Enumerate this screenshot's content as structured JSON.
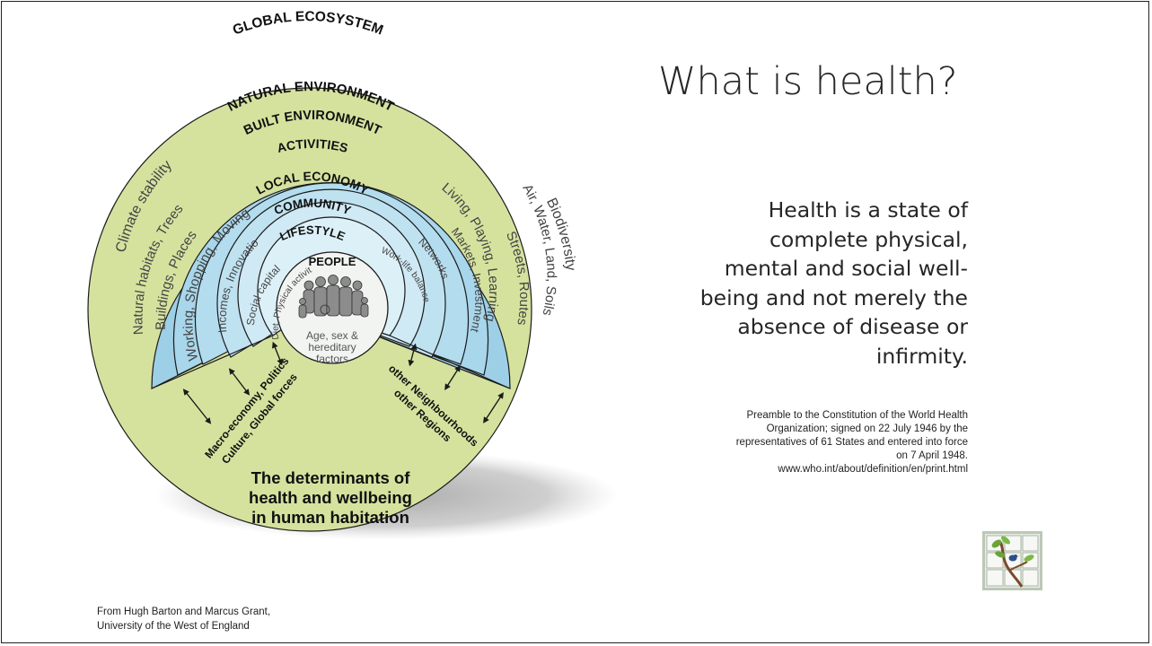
{
  "slide": {
    "title": "What is health?",
    "quote_lines": [
      "Health is a state of",
      "complete physical,",
      "mental and social well-",
      "being and not merely the",
      "absence of disease or",
      "infirmity."
    ],
    "citation_lines": [
      "Preamble to the Constitution of the World Health",
      "Organization; signed on 22 July 1946 by the",
      "representatives of 61 States and entered into force",
      "on 7 April 1948.",
      "www.who.int/about/definition/en/print.html"
    ],
    "credit_lines": [
      "From Hugh Barton and Marcus Grant,",
      "University of the West of England"
    ]
  },
  "diagram": {
    "ring_labels": {
      "global_ecosystem": "GLOBAL ECOSYSTEM",
      "natural_environment": "NATURAL ENVIRONMENT",
      "built_environment": "BUILT ENVIRONMENT",
      "activities": "ACTIVITIES",
      "local_economy": "LOCAL ECONOMY",
      "community": "COMMUNITY",
      "lifestyle": "LIFESTYLE",
      "people": "PEOPLE"
    },
    "left_side": {
      "climate": "Climate stability",
      "natural": "Natural habitats, Trees",
      "built": "Buildings, Places",
      "activities": "Working, Shopping, Moving",
      "economy": "Incomes, Innovatio",
      "community": "Social capital",
      "lifestyle": "Diet, Physical activity"
    },
    "right_side": {
      "biodiversity": "Biodiversity",
      "natural": "Air, Water, Land, Soils",
      "built": "Streets, Routes",
      "activities": "Living, Playing, Learning",
      "economy": "Markets, Investment",
      "community": "Networks",
      "lifestyle": "Work-life balance"
    },
    "core": {
      "line1": "Age, sex &",
      "line2": "hereditary",
      "line3": "factors"
    },
    "forces_left": [
      "Macro-economy, Politics",
      "Culture, Global forces"
    ],
    "forces_right": [
      "other Neighbourhoods",
      "other Regions"
    ],
    "caption_lines": [
      "The determinants of",
      "health and wellbeing",
      "in human habitation"
    ],
    "colors": {
      "outer_green": "#d5e29e",
      "blue_dark": "#9dcfe6",
      "blue_mid": "#b3dcee",
      "blue_light": "#c8e6f3",
      "blue_pale": "#dcf0f8",
      "core_white": "#f2f4f2",
      "stroke": "#1a1a1a"
    }
  }
}
